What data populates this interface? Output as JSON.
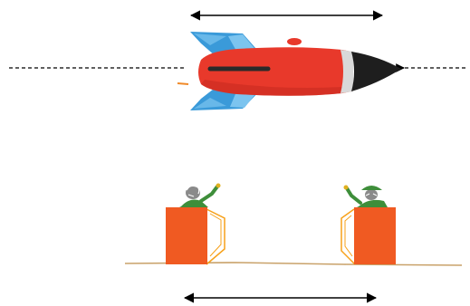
{
  "colors": {
    "background": "#ffffff",
    "rocket_body": "#e8392b",
    "rocket_body_shade": "#c42a1f",
    "rocket_stripe": "#2a2a2a",
    "rocket_band": "#d9d9d9",
    "rocket_nose": "#1e1e1e",
    "rocket_fins": "#3a9ad9",
    "rocket_fins_light": "#7cc4ef",
    "exhaust": "#f08a2a",
    "box_front": "#f05a22",
    "box_side_outline": "#f7a11a",
    "person_green": "#3e8e3a",
    "person_skin": "#8a8a8a",
    "ground": "#c9a26a",
    "line": "#000000"
  },
  "scene": {
    "motion_axis": "dashed",
    "rocket_length_arrow": "double-headed",
    "ground_distance_arrow": "double-headed"
  },
  "icons": {
    "rocket": "rocket-icon",
    "observer_left": "cheering-person-icon",
    "observer_right": "cheering-person-with-hat-icon"
  }
}
